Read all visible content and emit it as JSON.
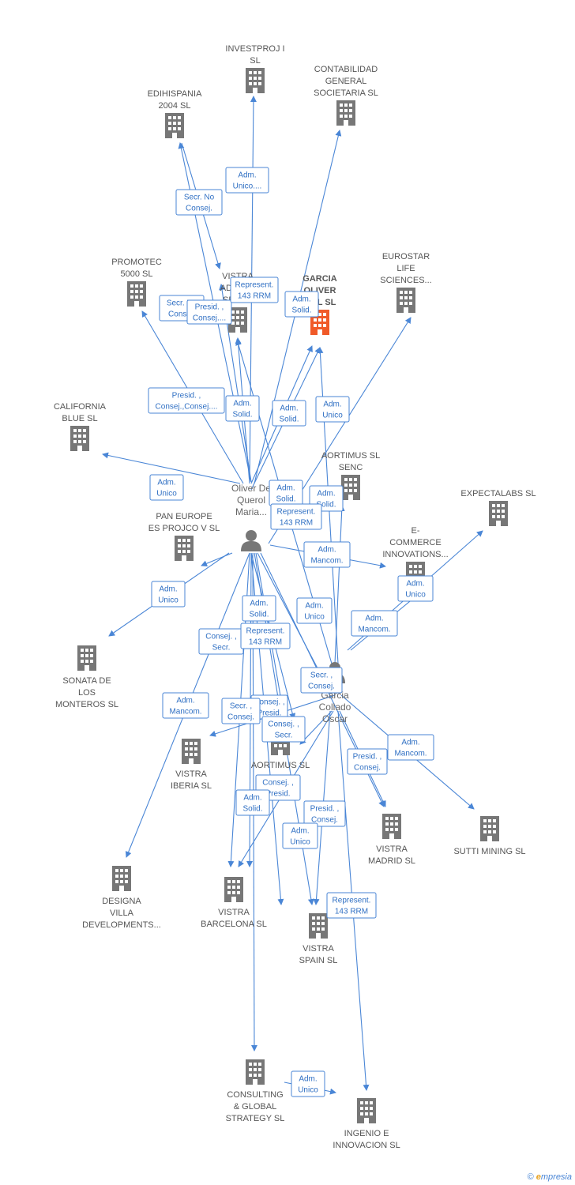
{
  "colors": {
    "edge": "#4a86d6",
    "building": "#777777",
    "focus": "#f05a28",
    "person": "#777777"
  },
  "companies": [
    {
      "id": "investproj",
      "lines": [
        "INVESTPROJ I",
        "SL"
      ],
      "focus": false
    },
    {
      "id": "contabilidad",
      "lines": [
        "CONTABILIDAD",
        "GENERAL",
        "SOCIETARIA SL"
      ],
      "focus": false
    },
    {
      "id": "edihispania",
      "lines": [
        "EDIHISPANIA",
        "2004 SL"
      ],
      "focus": false
    },
    {
      "id": "promotec",
      "lines": [
        "PROMOTEC",
        "5000 SL"
      ],
      "focus": false
    },
    {
      "id": "vistra-admin",
      "lines": [
        "VISTRA",
        "ADMIN...",
        "SERV..."
      ],
      "focus": false
    },
    {
      "id": "garcia-oliver",
      "lines": [
        "GARCIA",
        "OLIVER",
        "...AL SL"
      ],
      "focus": true
    },
    {
      "id": "eurostar",
      "lines": [
        "EUROSTAR",
        "LIFE",
        "SCIENCES..."
      ],
      "focus": false
    },
    {
      "id": "california",
      "lines": [
        "CALIFORNIA",
        "BLUE  SL"
      ],
      "focus": false
    },
    {
      "id": "aortimus-senc",
      "lines": [
        "AORTIMUS SL",
        "SENC"
      ],
      "focus": false
    },
    {
      "id": "expectalabs",
      "lines": [
        "EXPECTALABS SL"
      ],
      "focus": false
    },
    {
      "id": "pan-europe",
      "lines": [
        "PAN EUROPE",
        "ES PROJCO V SL"
      ],
      "focus": false
    },
    {
      "id": "ecommerce",
      "lines": [
        "E-",
        "COMMERCE",
        "INNOVATIONS..."
      ],
      "focus": false
    },
    {
      "id": "sonata",
      "lines": [
        "SONATA DE",
        "LOS",
        "MONTEROS SL"
      ],
      "focus": false
    },
    {
      "id": "vistra-iberia",
      "lines": [
        "VISTRA",
        "IBERIA  SL"
      ],
      "focus": false
    },
    {
      "id": "aortimus",
      "lines": [
        "AORTIMUS  SL"
      ],
      "focus": false
    },
    {
      "id": "vistra-madrid",
      "lines": [
        "VISTRA",
        "MADRID  SL"
      ],
      "focus": false
    },
    {
      "id": "sutti",
      "lines": [
        "SUTTI MINING SL"
      ],
      "focus": false
    },
    {
      "id": "designa",
      "lines": [
        "DESIGNA",
        "VILLA",
        "DEVELOPMENTS..."
      ],
      "focus": false
    },
    {
      "id": "vistra-barcelona",
      "lines": [
        "VISTRA",
        "BARCELONA  SL"
      ],
      "focus": false
    },
    {
      "id": "vistra-spain",
      "lines": [
        "VISTRA",
        "SPAIN SL"
      ],
      "focus": false
    },
    {
      "id": "consulting",
      "lines": [
        "CONSULTING",
        "& GLOBAL",
        "STRATEGY SL"
      ],
      "focus": false
    },
    {
      "id": "ingenio",
      "lines": [
        "INGENIO E",
        "INNOVACION SL"
      ],
      "focus": false
    }
  ],
  "persons": [
    {
      "id": "oliver",
      "lines": [
        "Oliver De",
        "Querol",
        "Maria..."
      ]
    },
    {
      "id": "garcia-collado",
      "lines": [
        "Garcia",
        "Collado",
        "Oscar"
      ]
    }
  ],
  "relations": [
    {
      "id": "r1",
      "lines": [
        "Adm.",
        "Unico...."
      ]
    },
    {
      "id": "r2",
      "lines": [
        "Secr.  No",
        "Consej."
      ]
    },
    {
      "id": "r3",
      "lines": [
        "Secr.  No",
        "Consej."
      ]
    },
    {
      "id": "r4",
      "lines": [
        "Presid. ,",
        "Consej...."
      ]
    },
    {
      "id": "r5",
      "lines": [
        "Represent.",
        "143 RRM"
      ]
    },
    {
      "id": "r6",
      "lines": [
        "Adm.",
        "Solid."
      ]
    },
    {
      "id": "r7",
      "lines": [
        "Presid. ,",
        "Consej.,Consej...."
      ]
    },
    {
      "id": "r8",
      "lines": [
        "Adm.",
        "Solid."
      ]
    },
    {
      "id": "r9",
      "lines": [
        "Adm.",
        "Solid."
      ]
    },
    {
      "id": "r10",
      "lines": [
        "Adm.",
        "Unico"
      ]
    },
    {
      "id": "r11",
      "lines": [
        "Adm.",
        "Unico"
      ]
    },
    {
      "id": "r12",
      "lines": [
        "Adm.",
        "Solid."
      ]
    },
    {
      "id": "r13",
      "lines": [
        "Adm.",
        "Solid."
      ]
    },
    {
      "id": "r14",
      "lines": [
        "Represent.",
        "143 RRM"
      ]
    },
    {
      "id": "r15",
      "lines": [
        "Adm.",
        "Mancom."
      ]
    },
    {
      "id": "r16",
      "lines": [
        "Adm.",
        "Unico"
      ]
    },
    {
      "id": "r17",
      "lines": [
        "Adm.",
        "Unico"
      ]
    },
    {
      "id": "r18",
      "lines": [
        "Adm.",
        "Solid."
      ]
    },
    {
      "id": "r19",
      "lines": [
        "Adm.",
        "Unico"
      ]
    },
    {
      "id": "r20",
      "lines": [
        "Adm.",
        "Mancom."
      ]
    },
    {
      "id": "r21",
      "lines": [
        "Consej. ,",
        "Secr."
      ]
    },
    {
      "id": "r22",
      "lines": [
        "Represent.",
        "143 RRM"
      ]
    },
    {
      "id": "r23",
      "lines": [
        "Secr. ,",
        "Consej."
      ]
    },
    {
      "id": "r24",
      "lines": [
        "Adm.",
        "Mancom."
      ]
    },
    {
      "id": "r25",
      "lines": [
        "Consej. ,",
        "Presid."
      ]
    },
    {
      "id": "r26",
      "lines": [
        "Secr. ,",
        "Consej."
      ]
    },
    {
      "id": "r27",
      "lines": [
        "Consej. ,",
        "Secr."
      ]
    },
    {
      "id": "r28",
      "lines": [
        "Adm.",
        "Mancom."
      ]
    },
    {
      "id": "r29",
      "lines": [
        "Presid. ,",
        "Consej."
      ]
    },
    {
      "id": "r30",
      "lines": [
        "Consej. ,",
        "Presid."
      ]
    },
    {
      "id": "r31",
      "lines": [
        "Adm.",
        "Solid."
      ]
    },
    {
      "id": "r32",
      "lines": [
        "Presid. ,",
        "Consej."
      ]
    },
    {
      "id": "r33",
      "lines": [
        "Adm.",
        "Unico"
      ]
    },
    {
      "id": "r34",
      "lines": [
        "Represent.",
        "143 RRM"
      ]
    },
    {
      "id": "r35",
      "lines": [
        "Adm.",
        "Unico"
      ]
    }
  ],
  "footer": {
    "copyright": "©",
    "brand_initial": "e",
    "brand_rest": "mpresia"
  }
}
